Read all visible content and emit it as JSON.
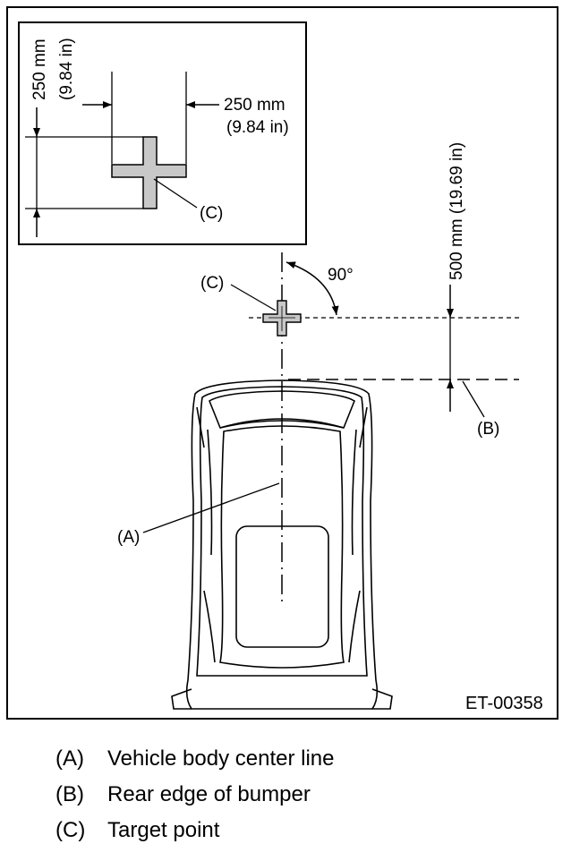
{
  "figure_code": "ET-00358",
  "inset": {
    "vertical_dim_mm": "250 mm",
    "vertical_dim_in": "(9.84 in)",
    "horizontal_dim_mm": "250 mm",
    "horizontal_dim_in": "(9.84 in)",
    "target_label": "(C)"
  },
  "main": {
    "target_label": "(C)",
    "angle_label": "90°",
    "distance_label": "500 mm (19.69 in)",
    "centerline_label": "(A)",
    "bumper_label": "(B)"
  },
  "legend": [
    {
      "key": "(A)",
      "text": "Vehicle body center line"
    },
    {
      "key": "(B)",
      "text": "Rear edge of bumper"
    },
    {
      "key": "(C)",
      "text": "Target point"
    }
  ],
  "colors": {
    "target_fill": "#c8c8c8",
    "line": "#000000"
  }
}
